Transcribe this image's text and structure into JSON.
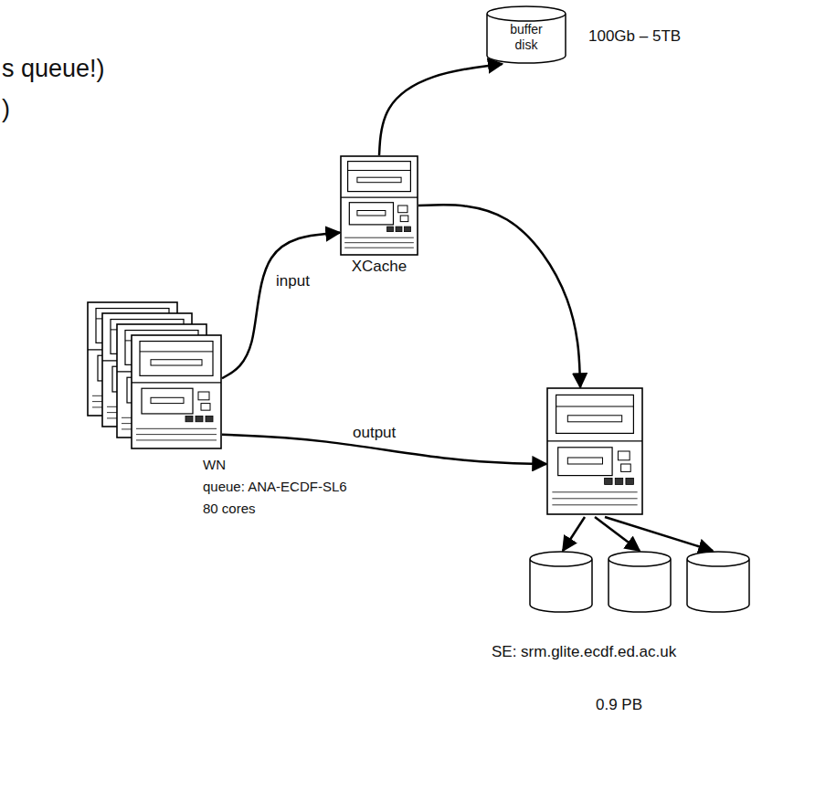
{
  "diagram": {
    "nodes": [
      {
        "text": [
          "buffer disk"
        ]
      },
      {
        "text": [
          "XCache"
        ]
      },
      {
        "text": [
          "WN",
          "queue: ANA-ECDF-SL6",
          "80 cores"
        ]
      },
      {
        "text": [
          "SE: srm.glite.ecdf.ed.ac.uk",
          "0.9 PB"
        ]
      }
    ],
    "edges": [
      {
        "from": 1,
        "to": 0,
        "arrow": "to"
      },
      {
        "from": 2,
        "to": 1,
        "label": "input",
        "arrow": "to"
      },
      {
        "from": 1,
        "to": 3,
        "arrow": "to"
      },
      {
        "from": 2,
        "to": 3,
        "label": "output",
        "arrow": "to"
      }
    ],
    "labels": [
      "100Gb – 5TB",
      "s queue!)",
      ")"
    ]
  }
}
